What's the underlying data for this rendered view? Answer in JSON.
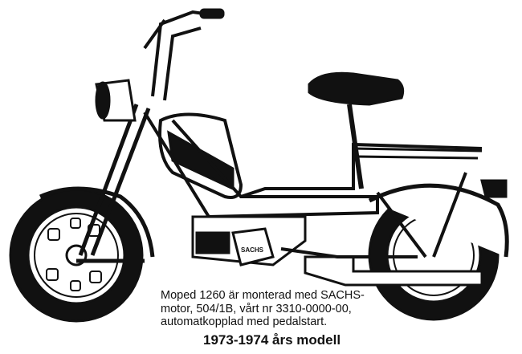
{
  "illustration": {
    "engine_label": "SACHS"
  },
  "caption": {
    "lines": [
      "Moped 1260 är monterad med SACHS-",
      "motor, 504/1B, vårt nr 3310-0000-00,",
      "automatkopplad med pedalstart."
    ]
  },
  "title": "1973-1974 års modell",
  "colors": {
    "ink": "#111111",
    "paper": "#ffffff"
  }
}
